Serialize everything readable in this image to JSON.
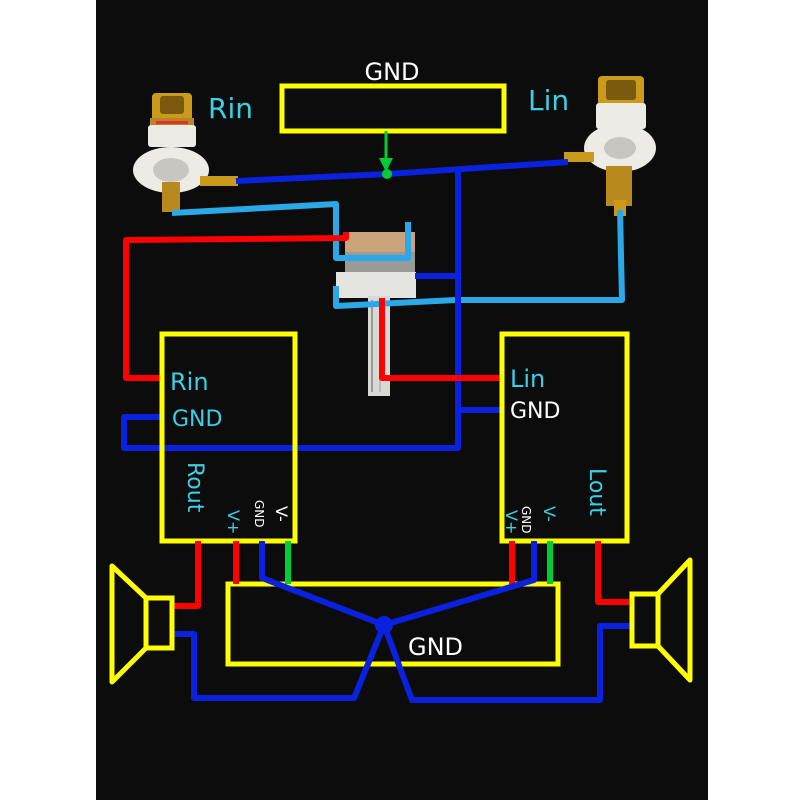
{
  "labels": {
    "top_gnd": "GND",
    "left_jack": "Rin",
    "right_jack": "Lin",
    "left_amp_in": "Rin",
    "left_amp_gnd": "GND",
    "left_amp_out": "Rout",
    "left_amp_vplus": "V+",
    "left_amp_gnd_pin": "GND",
    "left_amp_vminus": "V-",
    "right_amp_in": "Lin",
    "right_amp_gnd": "GND",
    "right_amp_out": "Lout",
    "right_amp_vplus": "V+",
    "right_amp_gnd_pin": "GND",
    "right_amp_vminus": "V-",
    "bottom_gnd": "GND"
  },
  "colors": {
    "board": "#0c0c0c",
    "outline": "#ffff00",
    "label": "#3ad0e6",
    "white_label": "#ffffff",
    "ground_wire": "#0a22e0",
    "right_signal": "#ff0000",
    "left_signal": "#2aa8e8",
    "power_minus": "#00cc33",
    "jack_gold": "#c99a1c",
    "jack_insulator": "#ecebe6"
  },
  "icons": {
    "left_jack": "rca-jack-icon",
    "right_jack": "rca-jack-icon",
    "pot": "potentiometer-icon",
    "left_speaker": "speaker-icon",
    "right_speaker": "speaker-icon"
  }
}
